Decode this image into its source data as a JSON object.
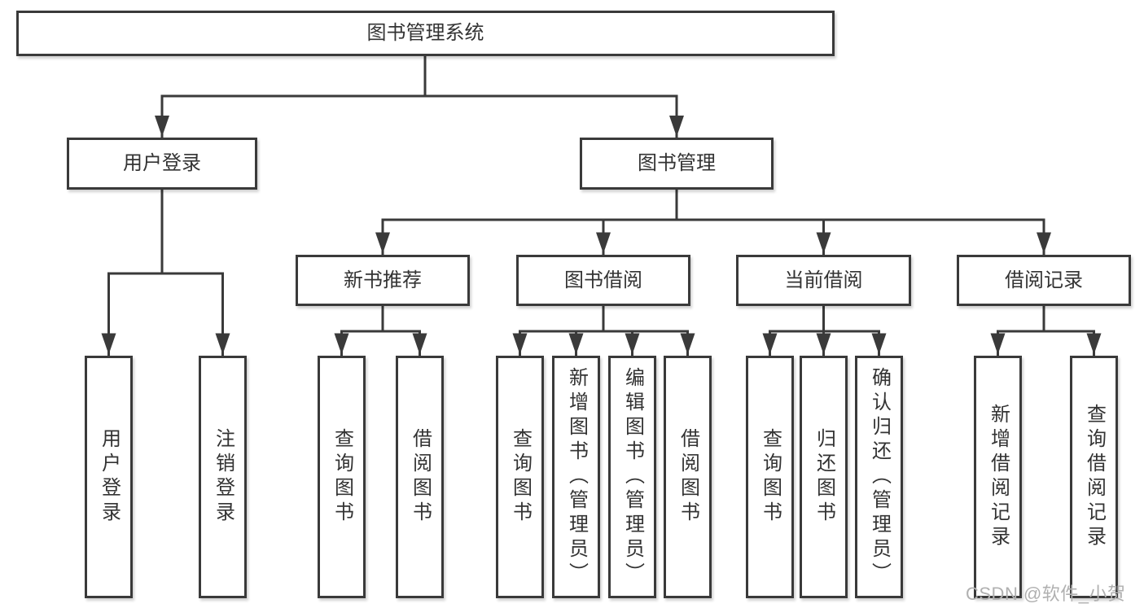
{
  "colors": {
    "line": "#3a3a3a",
    "text": "#333333",
    "box_fill": "#ffffff",
    "background": "#ffffff",
    "watermark": "#b0b0b0"
  },
  "root": {
    "label": "图书管理系统"
  },
  "level2": {
    "user_login": {
      "label": "用户登录"
    },
    "book_management": {
      "label": "图书管理"
    }
  },
  "level3": {
    "new_book_recommend": {
      "label": "新书推荐"
    },
    "book_borrow": {
      "label": "图书借阅"
    },
    "current_borrow": {
      "label": "当前借阅"
    },
    "borrow_records": {
      "label": "借阅记录"
    }
  },
  "leaves": {
    "user_login": {
      "label": "用户登录"
    },
    "logout": {
      "label": "注销登录"
    },
    "nb_query": {
      "label": "查询图书"
    },
    "nb_borrow": {
      "label": "借阅图书"
    },
    "bb_query": {
      "label": "查询图书"
    },
    "bb_add": {
      "label": "新增图书（管理员）"
    },
    "bb_edit": {
      "label": "编辑图书（管理员）"
    },
    "bb_borrow": {
      "label": "借阅图书"
    },
    "cb_query": {
      "label": "查询图书"
    },
    "cb_return": {
      "label": "归还图书"
    },
    "cb_confirm": {
      "label": "确认归还（管理员）"
    },
    "br_add": {
      "label": "新增借阅记录"
    },
    "br_query": {
      "label": "查询借阅记录"
    }
  },
  "watermark": {
    "text": "CSDN @软件_小贺同学"
  }
}
